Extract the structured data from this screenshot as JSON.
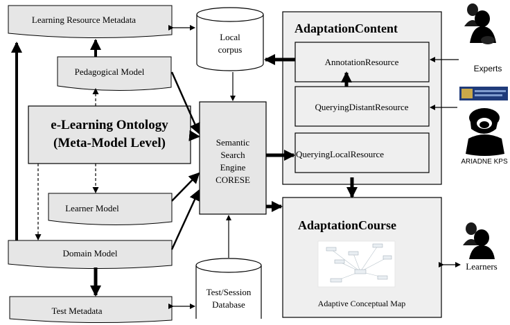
{
  "nodes": {
    "lr_metadata": "Learning Resource Metadata",
    "pedagogical_model": "Pedagogical Model",
    "ontology_line1": "e-Learning Ontology",
    "ontology_line2": "(Meta-Model Level)",
    "learner_model": "Learner Model",
    "domain_model": "Domain Model",
    "test_metadata": "Test Metadata",
    "local_corpus_line1": "Local",
    "local_corpus_line2": "corpus",
    "engine_line1": "Semantic",
    "engine_line2": "Search",
    "engine_line3": "Engine",
    "engine_line4": "CORESE",
    "test_db_line1": "Test/Session",
    "test_db_line2": "Database",
    "adaptation_content": "AdaptationContent",
    "annotation_resource": "AnnotationResource",
    "querying_distant": "QueryingDistantResource",
    "querying_local": "QueryingLocalResource",
    "adaptation_course": "AdaptationCourse",
    "adaptive_map": "Adaptive Conceptual Map"
  },
  "actors": {
    "experts": "Experts",
    "ariadne": "ARIADNE KPS",
    "learners": "Learners"
  },
  "colors": {
    "box_fill": "#e6e6e6",
    "panel_fill": "#efefef",
    "stroke": "#000000"
  }
}
